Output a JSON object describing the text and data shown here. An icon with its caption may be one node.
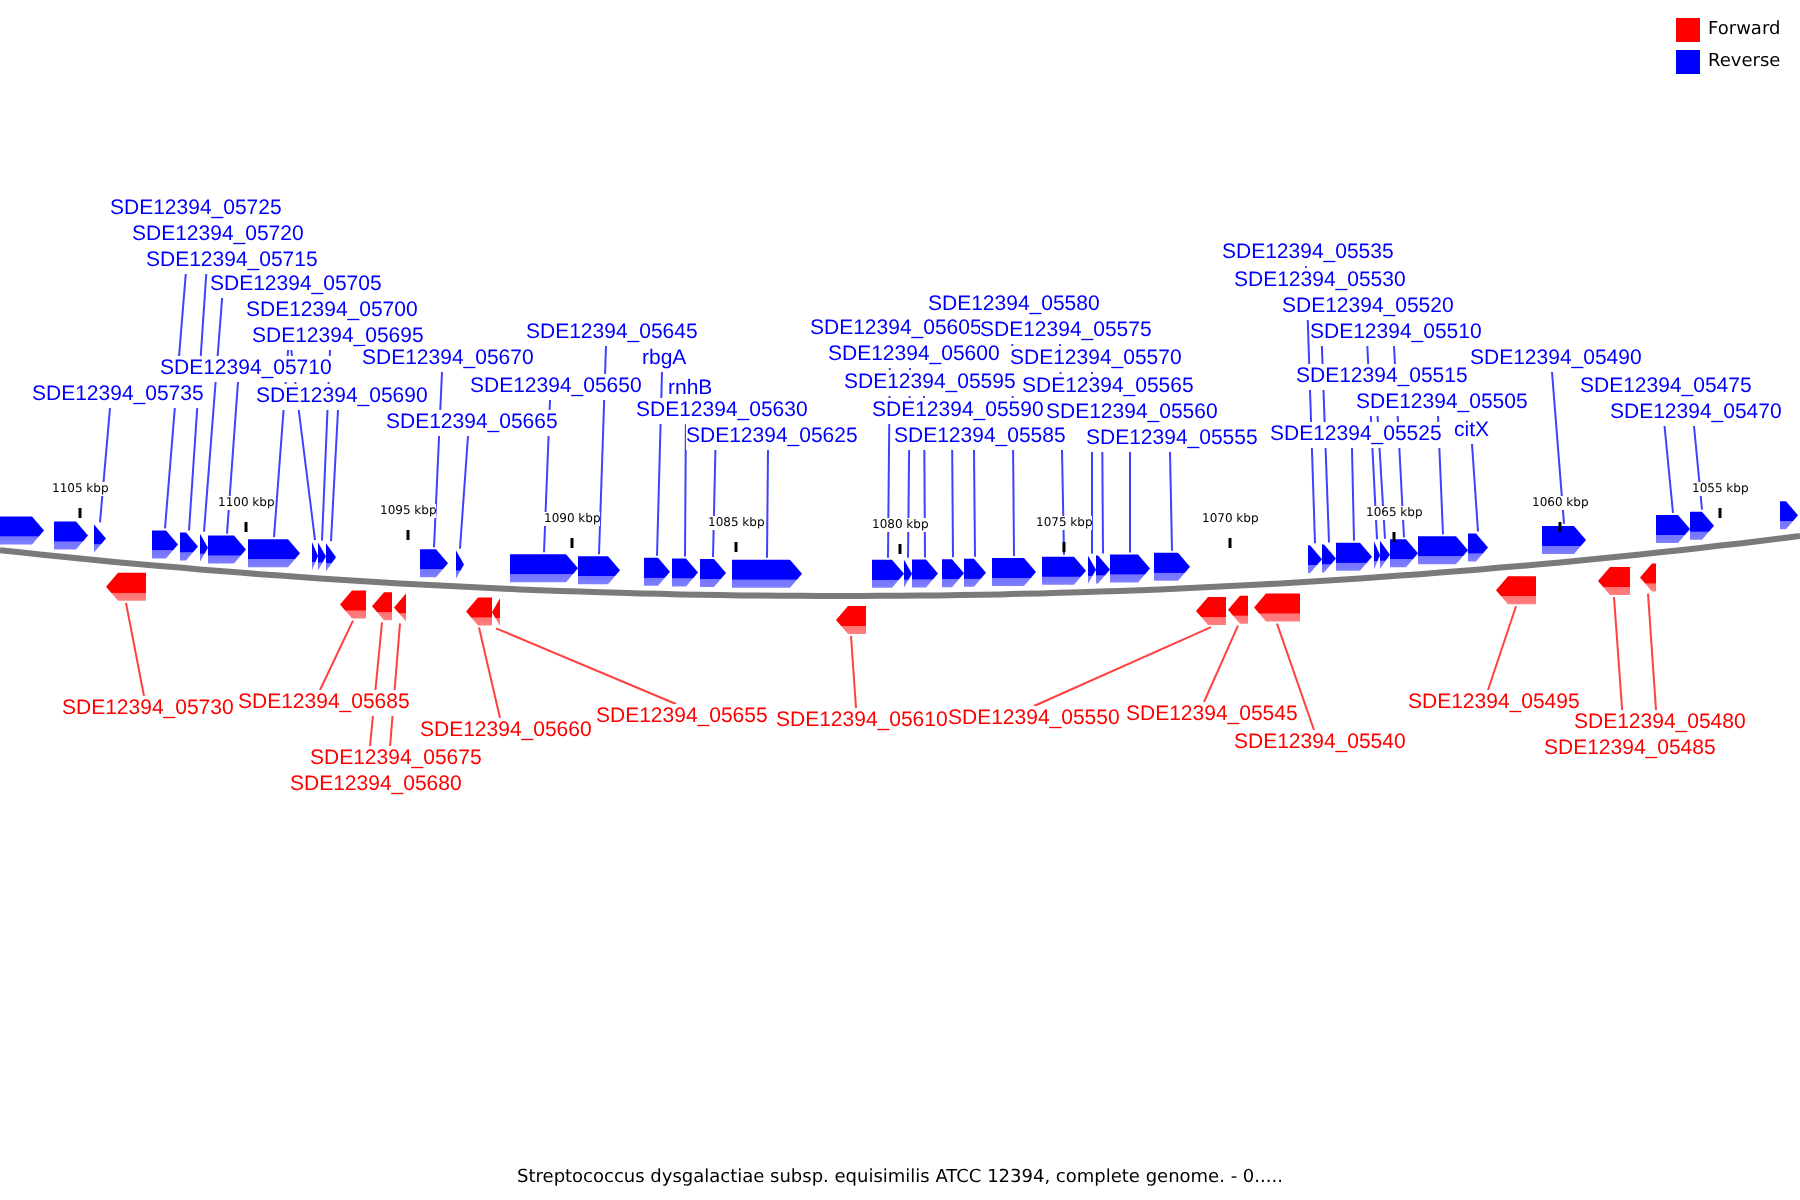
{
  "diagram": {
    "caption": "Streptococcus dysgalactiae subsp. equisimilis ATCC 12394, complete genome. - 0.....",
    "nodes": [
      {
        "text": [
          "SDE12394_05725"
        ]
      },
      {
        "text": [
          "SDE12394_05720"
        ]
      },
      {
        "text": [
          "SDE12394_05715"
        ]
      },
      {
        "text": [
          "SDE12394_05705"
        ]
      },
      {
        "text": [
          "SDE12394_05700"
        ]
      },
      {
        "text": [
          "SDE12394_05695"
        ]
      },
      {
        "text": [
          "SDE12394_05710"
        ]
      },
      {
        "text": [
          "SDE12394_05735"
        ]
      },
      {
        "text": [
          "SDE12394_05690"
        ]
      },
      {
        "text": [
          "SDE12394_05670"
        ]
      },
      {
        "text": [
          "SDE12394_05665"
        ]
      },
      {
        "text": [
          "SDE12394_05645"
        ]
      },
      {
        "text": [
          "SDE12394_05650"
        ]
      },
      {
        "text": [
          "rbgA"
        ]
      },
      {
        "text": [
          "rnhB"
        ]
      },
      {
        "text": [
          "SDE12394_05630"
        ]
      },
      {
        "text": [
          "SDE12394_05625"
        ]
      },
      {
        "text": [
          "SDE12394_05605"
        ]
      },
      {
        "text": [
          "SDE12394_05600"
        ]
      },
      {
        "text": [
          "SDE12394_05595"
        ]
      },
      {
        "text": [
          "SDE12394_05590"
        ]
      },
      {
        "text": [
          "SDE12394_05585"
        ]
      },
      {
        "text": [
          "SDE12394_05580"
        ]
      },
      {
        "text": [
          "SDE12394_05575"
        ]
      },
      {
        "text": [
          "SDE12394_05570"
        ]
      },
      {
        "text": [
          "SDE12394_05565"
        ]
      },
      {
        "text": [
          "SDE12394_05560"
        ]
      },
      {
        "text": [
          "SDE12394_05555"
        ]
      },
      {
        "text": [
          "SDE12394_05535"
        ]
      },
      {
        "text": [
          "SDE12394_05530"
        ]
      },
      {
        "text": [
          "SDE12394_05520"
        ]
      },
      {
        "text": [
          "SDE12394_05510"
        ]
      },
      {
        "text": [
          "SDE12394_05515"
        ]
      },
      {
        "text": [
          "SDE12394_05505"
        ]
      },
      {
        "text": [
          "citX"
        ]
      },
      {
        "text": [
          "SDE12394_05525"
        ]
      },
      {
        "text": [
          "SDE12394_05490"
        ]
      },
      {
        "text": [
          "SDE12394_05475"
        ]
      },
      {
        "text": [
          "SDE12394_05470"
        ]
      },
      {
        "text": [
          "SDE12394_05730"
        ]
      },
      {
        "text": [
          "SDE12394_05685"
        ]
      },
      {
        "text": [
          "SDE12394_05675"
        ]
      },
      {
        "text": [
          "SDE12394_05680"
        ]
      },
      {
        "text": [
          "SDE12394_05660"
        ]
      },
      {
        "text": [
          "SDE12394_05655"
        ]
      },
      {
        "text": [
          "SDE12394_05610"
        ]
      },
      {
        "text": [
          "SDE12394_05550"
        ]
      },
      {
        "text": [
          "SDE12394_05545"
        ]
      },
      {
        "text": [
          "SDE12394_05540"
        ]
      },
      {
        "text": [
          "SDE12394_05495"
        ]
      },
      {
        "text": [
          "SDE12394_05480"
        ]
      },
      {
        "text": [
          "SDE12394_05485"
        ]
      },
      {
        "text": [],
        "shape": "arrow"
      },
      {
        "text": [],
        "shape": "arrow"
      },
      {
        "text": [],
        "shape": "arrow"
      },
      {
        "text": [],
        "shape": "arrow"
      },
      {
        "text": [],
        "shape": "arrow"
      },
      {
        "text": [],
        "shape": "arrow"
      },
      {
        "text": [],
        "shape": "arrow"
      },
      {
        "text": [],
        "shape": "arrow"
      },
      {
        "text": [],
        "shape": "arrow"
      },
      {
        "text": [],
        "shape": "arrow"
      },
      {
        "text": [],
        "shape": "arrow"
      },
      {
        "text": [],
        "shape": "arrow"
      },
      {
        "text": [],
        "shape": "arrow"
      },
      {
        "text": [],
        "shape": "arrow"
      },
      {
        "text": [],
        "shape": "arrow"
      },
      {
        "text": [],
        "shape": "arrow"
      },
      {
        "text": [],
        "shape": "arrow"
      },
      {
        "text": [],
        "shape": "arrow"
      },
      {
        "text": [],
        "shape": "arrow"
      },
      {
        "text": [],
        "shape": "arrow"
      },
      {
        "text": [],
        "shape": "arrow"
      },
      {
        "text": [],
        "shape": "arrow"
      },
      {
        "text": [],
        "shape": "arrow"
      },
      {
        "text": [],
        "shape": "arrow"
      },
      {
        "text": [],
        "shape": "arrow"
      },
      {
        "text": [],
        "shape": "arrow"
      },
      {
        "text": [],
        "shape": "arrow"
      },
      {
        "text": [],
        "shape": "arrow"
      },
      {
        "text": [],
        "shape": "arrow"
      },
      {
        "text": [],
        "shape": "arrow"
      },
      {
        "text": [],
        "shape": "arrow"
      },
      {
        "text": [],
        "shape": "arrow"
      },
      {
        "text": [],
        "shape": "arrow"
      },
      {
        "text": [],
        "shape": "arrow"
      },
      {
        "text": [],
        "shape": "arrow"
      },
      {
        "text": [],
        "shape": "arrow"
      },
      {
        "text": [],
        "shape": "arrow"
      },
      {
        "text": [],
        "shape": "arrow"
      },
      {
        "text": [],
        "shape": "arrow"
      },
      {
        "text": [],
        "shape": "arrow"
      },
      {
        "text": [],
        "shape": "arrow"
      },
      {
        "text": [],
        "shape": "arrow"
      },
      {
        "text": [],
        "shape": "arrow"
      },
      {
        "text": [],
        "shape": "arrow"
      },
      {
        "text": [],
        "shape": "arrow"
      },
      {
        "text": [],
        "shape": "arrow"
      },
      {
        "text": [],
        "shape": "arrow"
      },
      {
        "text": [],
        "shape": "arrow"
      },
      {
        "text": [],
        "shape": "arrow"
      },
      {
        "text": [],
        "shape": "arrow"
      },
      {
        "text": [],
        "shape": "arrow"
      },
      {
        "text": [],
        "shape": "arrow"
      },
      {
        "text": [],
        "shape": "arrow"
      },
      {
        "text": [],
        "shape": "arrow"
      },
      {
        "text": [],
        "shape": "arrow"
      }
    ],
    "edges": [
      {
        "from": 7,
        "to": 54,
        "arrow": "none"
      },
      {
        "from": 0,
        "to": 55,
        "arrow": "none"
      },
      {
        "from": 1,
        "to": 56,
        "arrow": "none"
      },
      {
        "from": 2,
        "to": 57,
        "arrow": "none"
      },
      {
        "from": 6,
        "to": 58,
        "arrow": "none"
      },
      {
        "from": 3,
        "to": 59,
        "arrow": "none"
      },
      {
        "from": 4,
        "to": 60,
        "arrow": "none"
      },
      {
        "from": 5,
        "to": 61,
        "arrow": "none"
      },
      {
        "from": 8,
        "to": 62,
        "arrow": "none"
      },
      {
        "from": 9,
        "to": 63,
        "arrow": "none"
      },
      {
        "from": 10,
        "to": 64,
        "arrow": "none"
      },
      {
        "from": 12,
        "to": 65,
        "arrow": "none"
      },
      {
        "from": 11,
        "to": 66,
        "arrow": "none"
      },
      {
        "from": 13,
        "to": 67,
        "arrow": "none"
      },
      {
        "from": 14,
        "to": 68,
        "arrow": "none"
      },
      {
        "from": 15,
        "to": 69,
        "arrow": "none"
      },
      {
        "from": 16,
        "to": 70,
        "arrow": "none"
      },
      {
        "from": 17,
        "to": 71,
        "arrow": "none"
      },
      {
        "from": 18,
        "to": 72,
        "arrow": "none"
      },
      {
        "from": 19,
        "to": 73,
        "arrow": "none"
      },
      {
        "from": 20,
        "to": 74,
        "arrow": "none"
      },
      {
        "from": 21,
        "to": 75,
        "arrow": "none"
      },
      {
        "from": 22,
        "to": 76,
        "arrow": "none"
      },
      {
        "from": 23,
        "to": 77,
        "arrow": "none"
      },
      {
        "from": 24,
        "to": 78,
        "arrow": "none"
      },
      {
        "from": 25,
        "to": 79,
        "arrow": "none"
      },
      {
        "from": 26,
        "to": 80,
        "arrow": "none"
      },
      {
        "from": 27,
        "to": 81,
        "arrow": "none"
      },
      {
        "from": 28,
        "to": 82,
        "arrow": "none"
      },
      {
        "from": 29,
        "to": 83,
        "arrow": "none"
      },
      {
        "from": 35,
        "to": 84,
        "arrow": "none"
      },
      {
        "from": 30,
        "to": 85,
        "arrow": "none"
      },
      {
        "from": 32,
        "to": 86,
        "arrow": "none"
      },
      {
        "from": 31,
        "to": 87,
        "arrow": "none"
      },
      {
        "from": 33,
        "to": 88,
        "arrow": "none"
      },
      {
        "from": 34,
        "to": 89,
        "arrow": "none"
      },
      {
        "from": 36,
        "to": 90,
        "arrow": "none"
      },
      {
        "from": 37,
        "to": 91,
        "arrow": "none"
      },
      {
        "from": 38,
        "to": 92,
        "arrow": "none"
      },
      {
        "from": 39,
        "to": 94,
        "arrow": "none",
        "color": "#ff0000"
      },
      {
        "from": 40,
        "to": 95,
        "arrow": "none",
        "color": "#ff0000"
      },
      {
        "from": 41,
        "to": 96,
        "arrow": "none",
        "color": "#ff0000"
      },
      {
        "from": 42,
        "to": 97,
        "arrow": "none",
        "color": "#ff0000"
      },
      {
        "from": 43,
        "to": 98,
        "arrow": "none",
        "color": "#ff0000"
      },
      {
        "from": 44,
        "to": 99,
        "arrow": "none",
        "color": "#ff0000"
      },
      {
        "from": 45,
        "to": 100,
        "arrow": "none",
        "color": "#ff0000"
      },
      {
        "from": 46,
        "to": 101,
        "arrow": "none",
        "color": "#ff0000"
      },
      {
        "from": 47,
        "to": 102,
        "arrow": "none",
        "color": "#ff0000"
      },
      {
        "from": 48,
        "to": 103,
        "arrow": "none",
        "color": "#ff0000"
      },
      {
        "from": 49,
        "to": 104,
        "arrow": "none",
        "color": "#ff0000"
      },
      {
        "from": 51,
        "to": 105,
        "arrow": "none",
        "color": "#ff0000"
      },
      {
        "from": 50,
        "to": 106,
        "arrow": "none",
        "color": "#ff0000"
      }
    ],
    "labels": [
      "1105 kbp",
      "1100 kbp",
      "1095 kbp",
      "1090 kbp",
      "1085 kbp",
      "1080 kbp",
      "1075 kbp",
      "1070 kbp",
      "1065 kbp",
      "1060 kbp",
      "1055 kbp"
    ],
    "legend": [
      {
        "text": "Forward",
        "color": "#ff0000"
      },
      {
        "text": "Reverse",
        "color": "#0000ff"
      }
    ]
  }
}
